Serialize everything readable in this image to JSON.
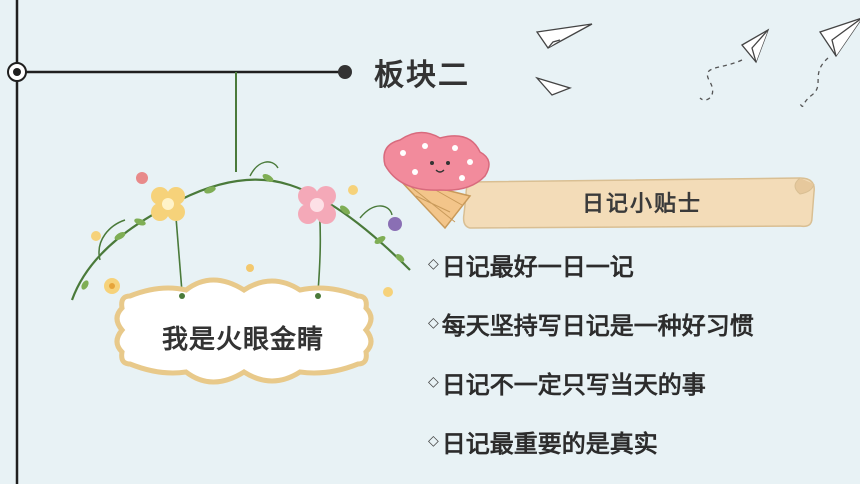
{
  "section": {
    "title": "板块二"
  },
  "sign": {
    "text": "我是火眼金睛"
  },
  "banner": {
    "title": "日记小贴士"
  },
  "tips": [
    {
      "bullet": "◇",
      "text": "日记最好一日一记"
    },
    {
      "bullet": "◇",
      "text": "每天坚持写日记是一种好习惯"
    },
    {
      "bullet": "◇",
      "text": "日记不一定只写当天的事"
    },
    {
      "bullet": "◇",
      "text": "日记最重要的是真实"
    }
  ],
  "colors": {
    "background": "#e8f2f5",
    "line": "#1f1f1f",
    "vine": "#4a7a3a",
    "sign_border": "#e8c98a",
    "banner": "#f3dcb8",
    "icecream": "#f28b9c"
  }
}
